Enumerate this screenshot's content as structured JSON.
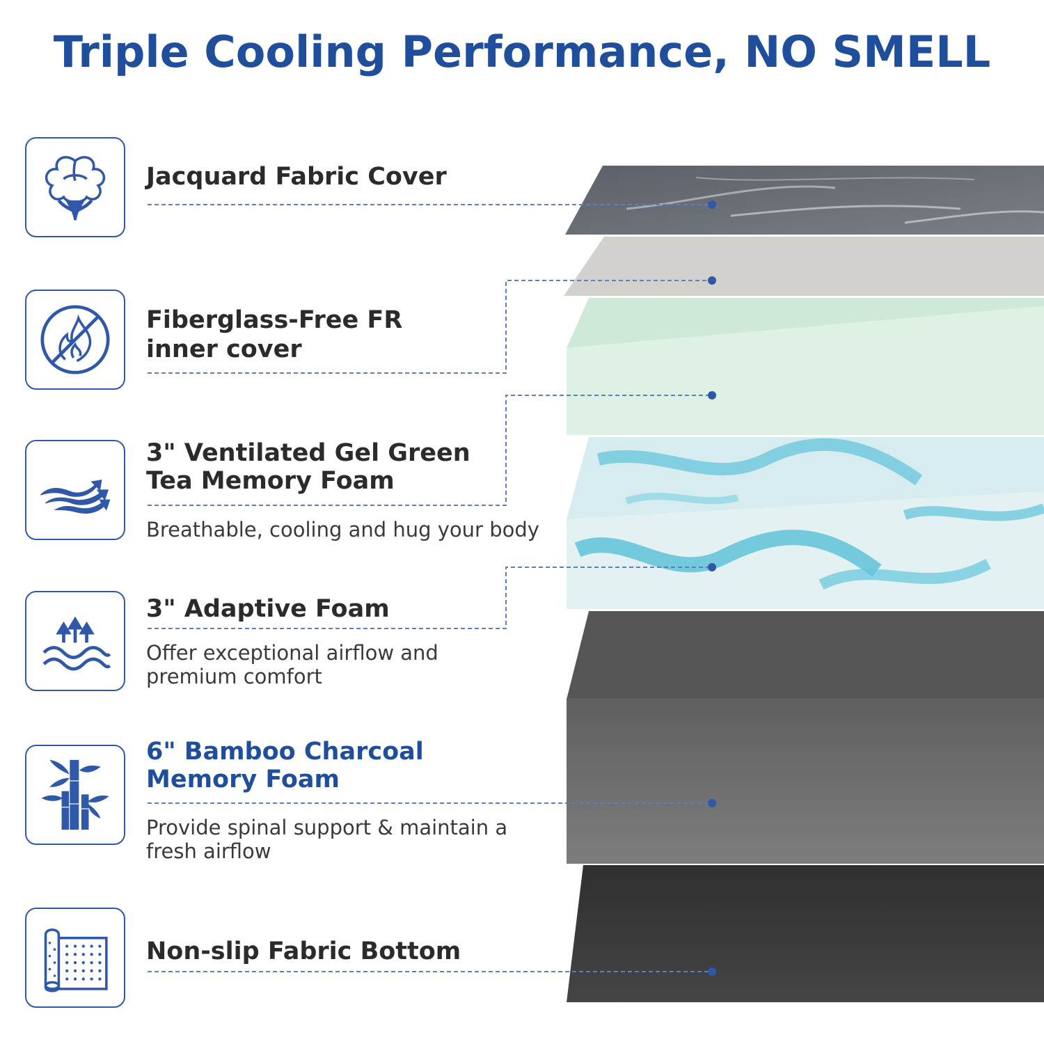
{
  "title": "Triple Cooling Performance, NO SMELL",
  "colors": {
    "brand_blue": "#1f4e9c",
    "icon_blue": "#2f58a8",
    "dot_blue": "#2f58a8"
  },
  "features": [
    {
      "icon": "cotton-icon",
      "label": "Jacquard Fabric Cover"
    },
    {
      "icon": "no-fire-icon",
      "label_line1": "Fiberglass-Free FR",
      "label_line2": "inner cover"
    },
    {
      "icon": "airflow-icon",
      "label_line1": "3\" Ventilated Gel Green",
      "label_line2": "Tea Memory Foam",
      "description": "Breathable, cooling and hug your body"
    },
    {
      "icon": "waves-arrows-icon",
      "label": "3\" Adaptive Foam",
      "description_line1": "Offer exceptional airflow and",
      "description_line2": "premium comfort"
    },
    {
      "icon": "bamboo-icon",
      "label_line1": "6\" Bamboo Charcoal",
      "label_line2": "Memory Foam",
      "description_line1": "Provide spinal support & maintain a",
      "description_line2": "fresh airflow"
    },
    {
      "icon": "fabric-roll-icon",
      "label": "Non-slip Fabric Bottom"
    }
  ],
  "layers": [
    {
      "name": "jacquard-cover",
      "color": "#6b6f76"
    },
    {
      "name": "fr-inner-cover",
      "color": "#cfcfcd"
    },
    {
      "name": "green-tea-foam",
      "color": "#dcefe3"
    },
    {
      "name": "gel-swirl-foam",
      "color": "#dbeff2"
    },
    {
      "name": "bamboo-charcoal-foam",
      "color": "#6e6e6e"
    },
    {
      "name": "non-slip-bottom",
      "color": "#3c3c3c"
    }
  ]
}
